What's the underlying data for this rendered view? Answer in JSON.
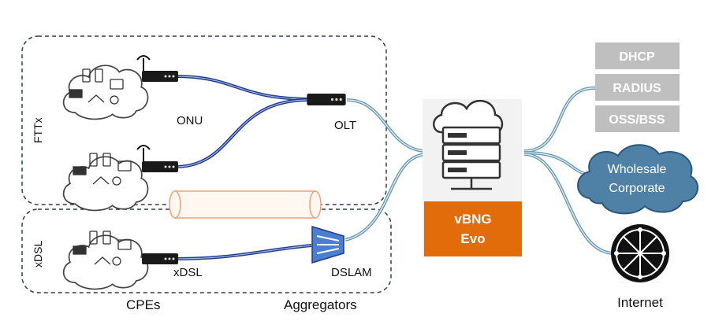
{
  "groups": {
    "fttx": "FTTx",
    "xdsl": "xDSL"
  },
  "labels": {
    "onu": "ONU",
    "olt": "OLT",
    "xdsl_link": "xDSL",
    "dslam": "DSLAM",
    "cpes": "CPEs",
    "aggregators": "Aggregators",
    "internet": "Internet"
  },
  "vbng": {
    "line1": "vBNG",
    "line2": "Evo"
  },
  "services": [
    "DHCP",
    "RADIUS",
    "OSS/BSS"
  ],
  "wholesale": {
    "line1": "Wholesale",
    "line2": "Corporate"
  },
  "colors": {
    "fiber_dark": "#1f3a8a",
    "fiber_light": "#6a9bb3",
    "vbng_box": "#e36c0a",
    "service_box": "#bfbfbf",
    "wholesale_cloud": "#4f81a7",
    "group_border": "#2e3b55"
  },
  "icons": [
    "cloud-icon",
    "router-icon",
    "server-icon",
    "dslam-icon",
    "globe-icon",
    "printer-icon",
    "wifi-icon",
    "camera-icon",
    "home-icon",
    "phone-icon",
    "tablet-icon",
    "monitor-icon"
  ]
}
